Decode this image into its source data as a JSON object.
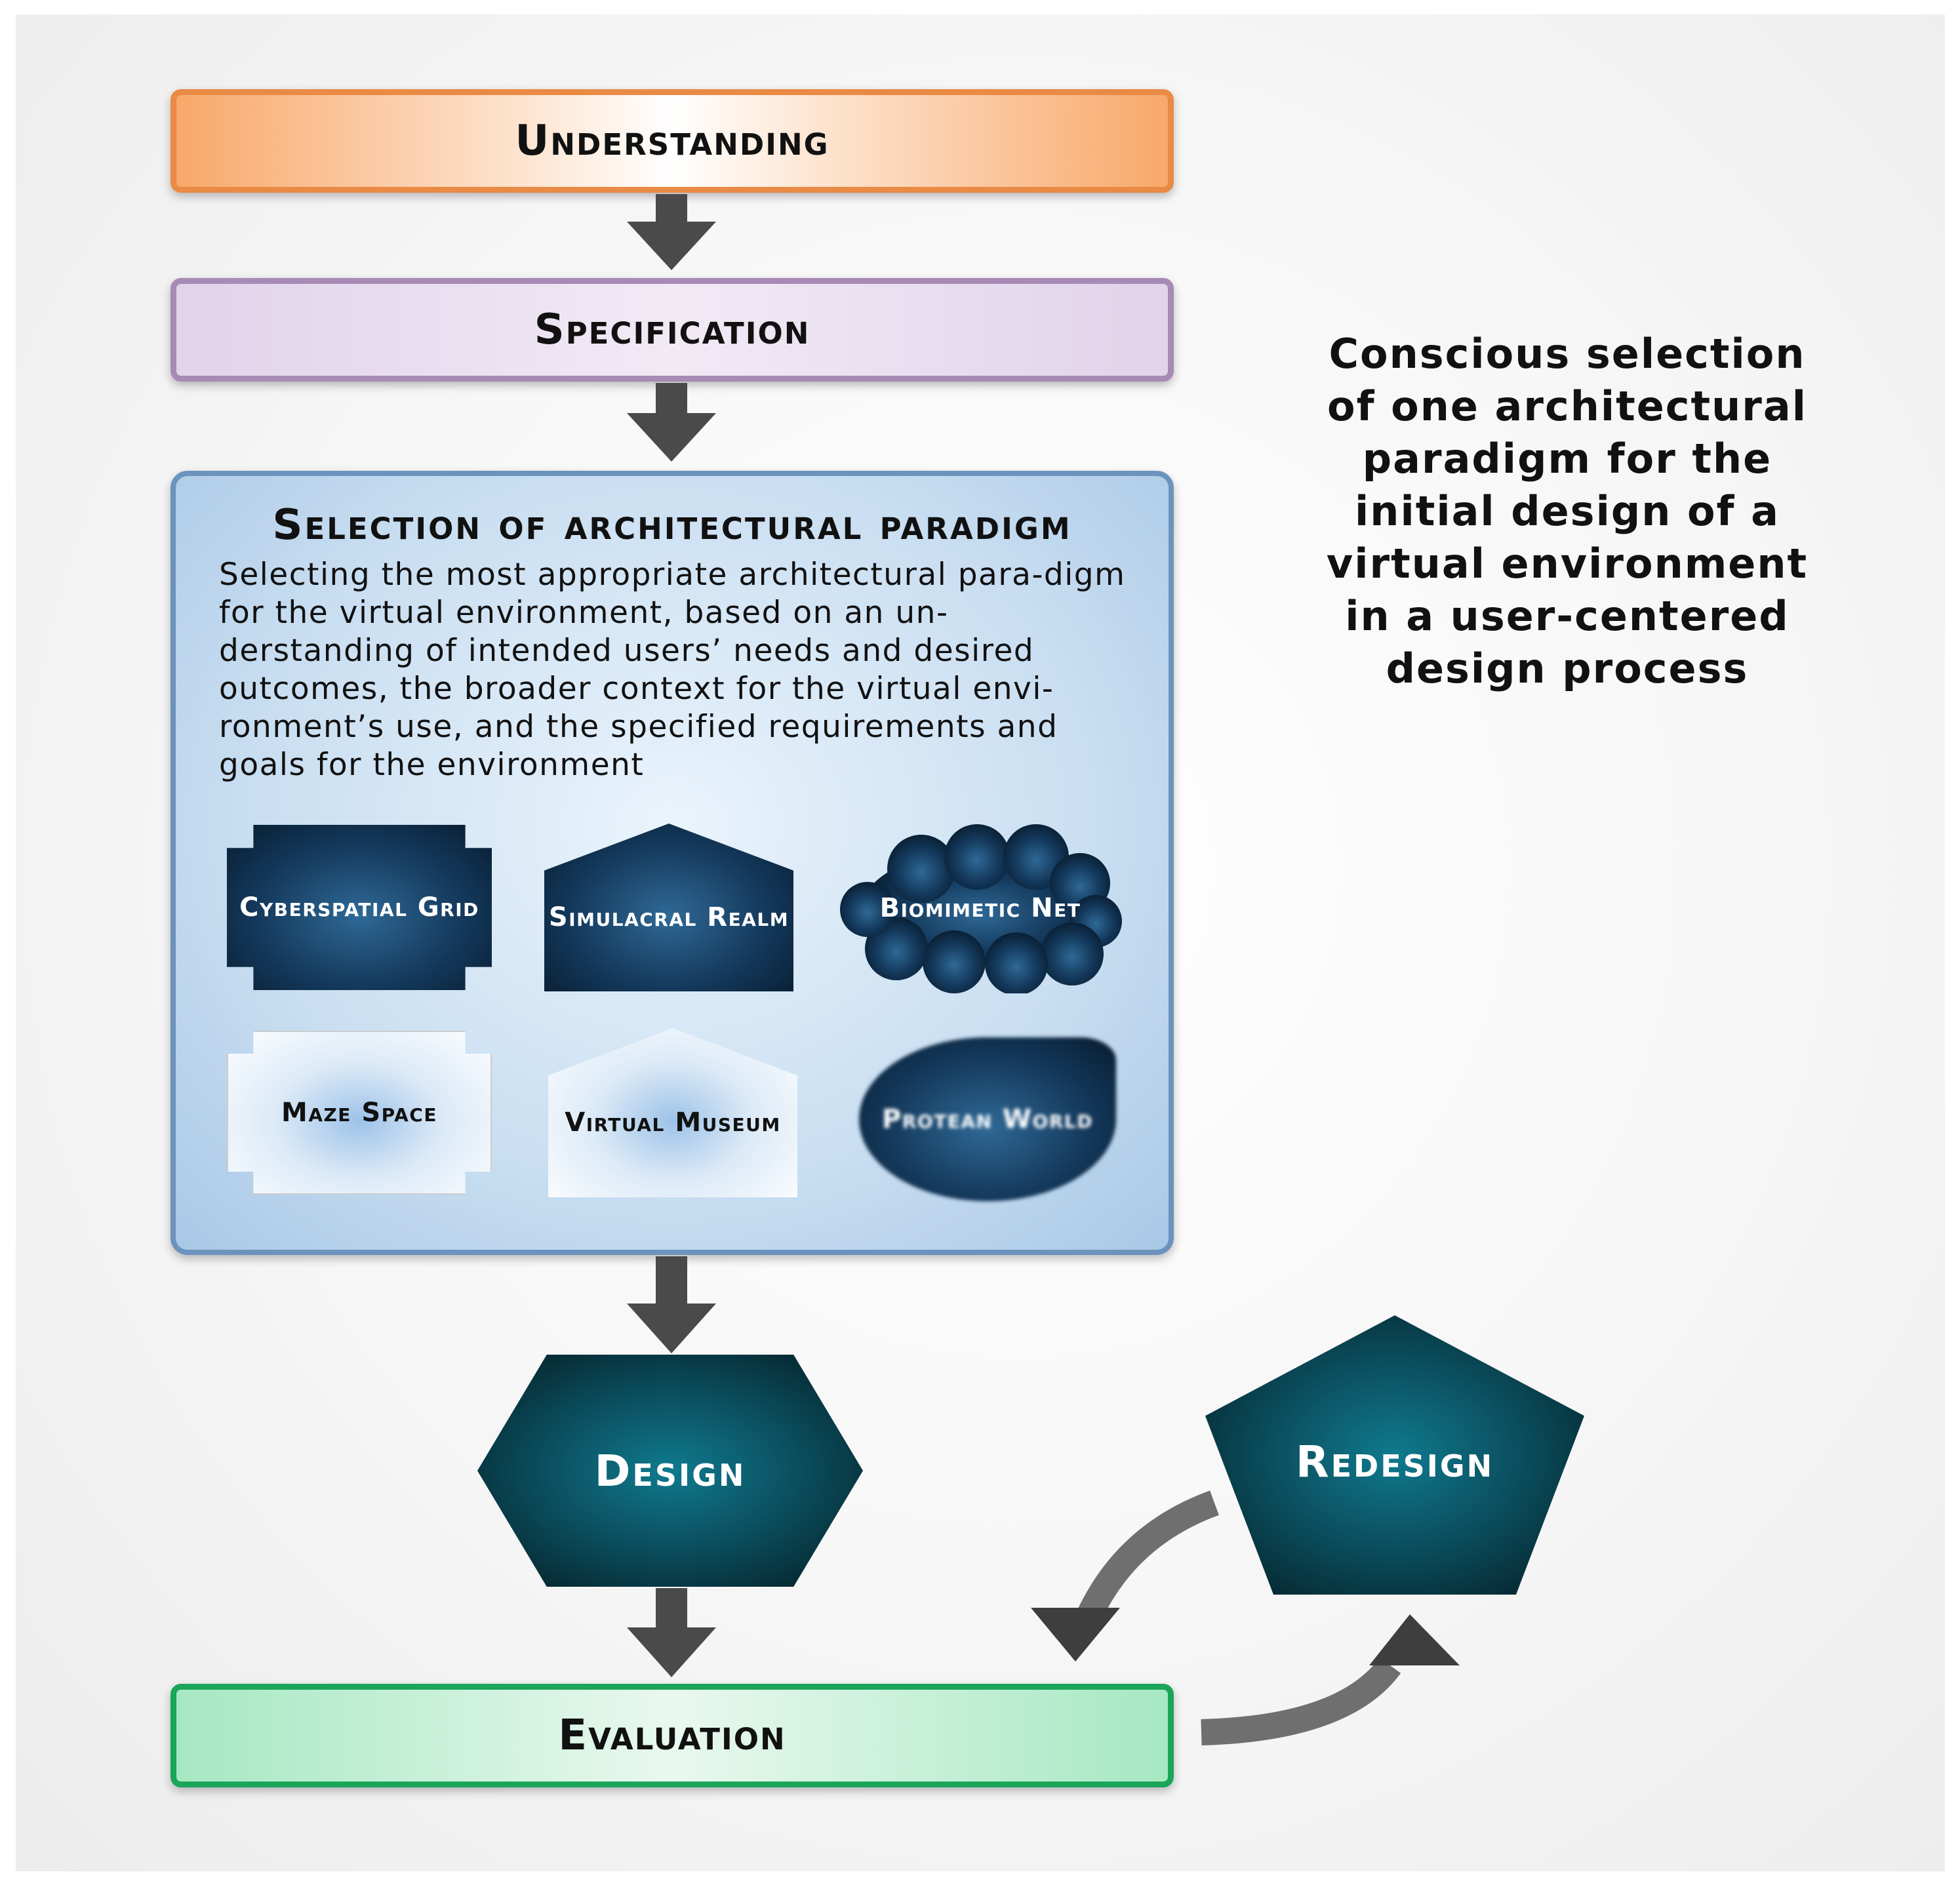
{
  "steps": {
    "understanding": "Understanding",
    "specification": "Specification",
    "design": "Design",
    "redesign": "Redesign",
    "evaluation": "Evaluation"
  },
  "selection": {
    "title": "Selection of architectural paradigm",
    "description": "Selecting the most appropriate architectural para-digm for the virtual environment, based on an un-derstanding of intended users’ needs and desired outcomes, the broader context for the virtual envi-ronment’s use, and the specified requirements and goals for the environment",
    "paradigms": {
      "cyberspatial_grid": "Cyberspatial Grid",
      "simulacral_realm": "Simulacral Realm",
      "biomimetic_net": "Biomimetic Net",
      "maze_space": "Maze Space",
      "virtual_museum": "Virtual Museum",
      "protean_world": "Protean World"
    }
  },
  "side_note": "Conscious selection of one architectural paradigm for the initial design of a virtual environment in a user-centered design process",
  "colors": {
    "understanding_border": "#e98a45",
    "specification_border": "#a78ab5",
    "selection_border": "#6b93bd",
    "evaluation_border": "#1aa558",
    "arrow": "#4a4a4a",
    "paradigm_dark": "#14395c",
    "design_teal": "#0b5060"
  }
}
